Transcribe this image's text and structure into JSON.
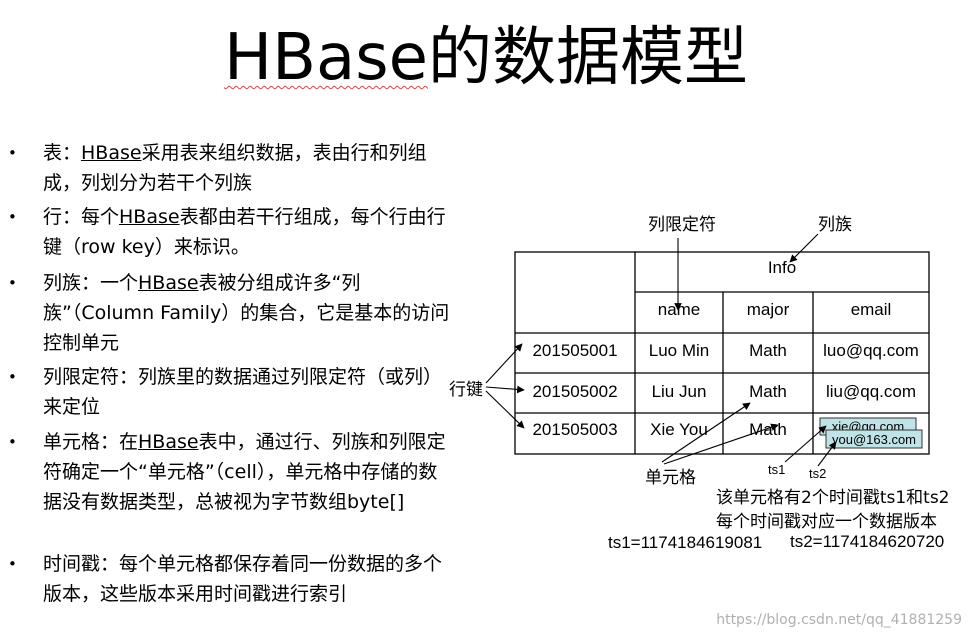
{
  "title": {
    "hbase": "HBase",
    "rest": "的数据模型"
  },
  "bullets": [
    {
      "pre": "表：",
      "hb": "HBase",
      "post": "采用表来组织数据，表由行和列组成，列划分为若干个列族"
    },
    {
      "pre": "行：每个",
      "hb": "HBase",
      "post": "表都由若干行组成，每个行由行键（row key）来标识。"
    },
    {
      "pre": "列族：一个",
      "hb": "HBase",
      "post": "表被分组成许多“列族”（Column Family）的集合，它是基本的访问控制单元"
    },
    {
      "pre": "列限定符：列族里的数据通过列限定符（或列）来定位",
      "hb": "",
      "post": ""
    },
    {
      "pre": "单元格：在",
      "hb": "HBase",
      "post": "表中，通过行、列族和列限定符确定一个“单元格”（cell），单元格中存储的数据没有数据类型，总被视为字节数组byte[]"
    },
    {
      "pre": "时间戳：每个单元格都保存着同一份数据的多个版本，这些版本采用时间戳进行索引",
      "hb": "",
      "post": ""
    }
  ],
  "bullet_marker": "•",
  "diagram": {
    "label_qualifier": "列限定符",
    "label_family": "列族",
    "label_rowkey": "行键",
    "label_cell": "单元格",
    "family_name": "Info",
    "columns": [
      "name",
      "major",
      "email"
    ],
    "rows": [
      {
        "key": "201505001",
        "name": "Luo Min",
        "major": "Math",
        "email": "luo@qq.com"
      },
      {
        "key": "201505002",
        "name": "Liu Jun",
        "major": "Math",
        "email": "liu@qq.com"
      },
      {
        "key": "201505003",
        "name": "Xie You",
        "major": "Math",
        "email": ""
      }
    ],
    "version_old": "xie@qq.com",
    "version_new": "you@163.com",
    "ts1_label": "ts1",
    "ts2_label": "ts2",
    "note1": "该单元格有2个时间戳ts1和ts2",
    "note2": "每个时间戳对应一个数据版本",
    "ts1_value": "ts1=1174184619081",
    "ts2_value": "ts2=1174184620720",
    "version_color": "#bfe3e6"
  },
  "watermark": "https://blog.csdn.net/qq_41881259"
}
